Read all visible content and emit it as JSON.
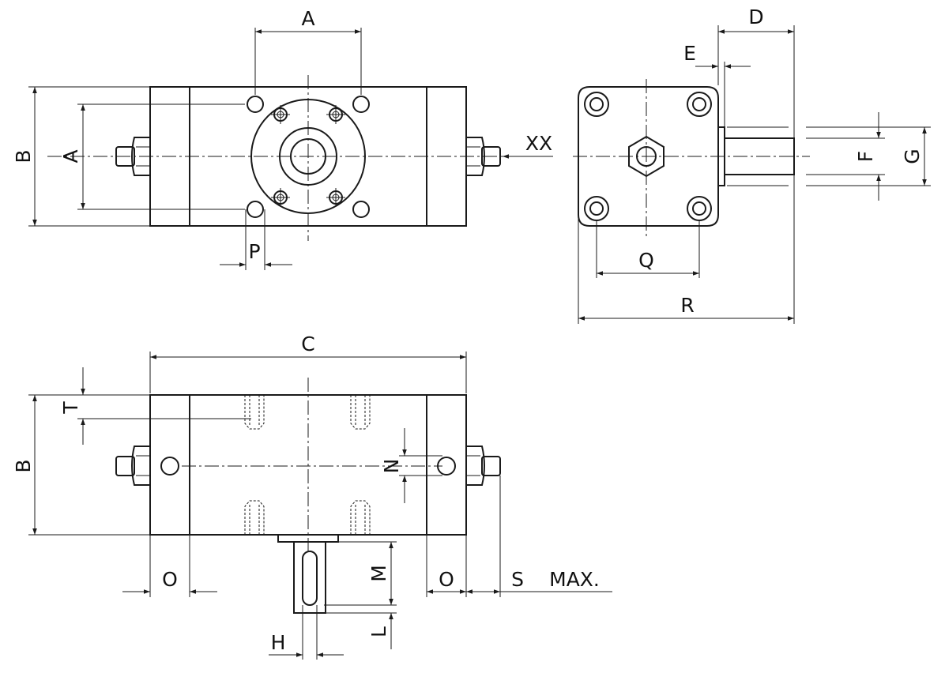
{
  "dimensions": {
    "A": "A",
    "B": "B",
    "C": "C",
    "D": "D",
    "E": "E",
    "F": "F",
    "G": "G",
    "H": "H",
    "L": "L",
    "M": "M",
    "N": "N",
    "O": "O",
    "P": "P",
    "Q": "Q",
    "R": "R",
    "S": "S",
    "T": "T"
  },
  "view_label": "XX",
  "max_label": "MAX."
}
